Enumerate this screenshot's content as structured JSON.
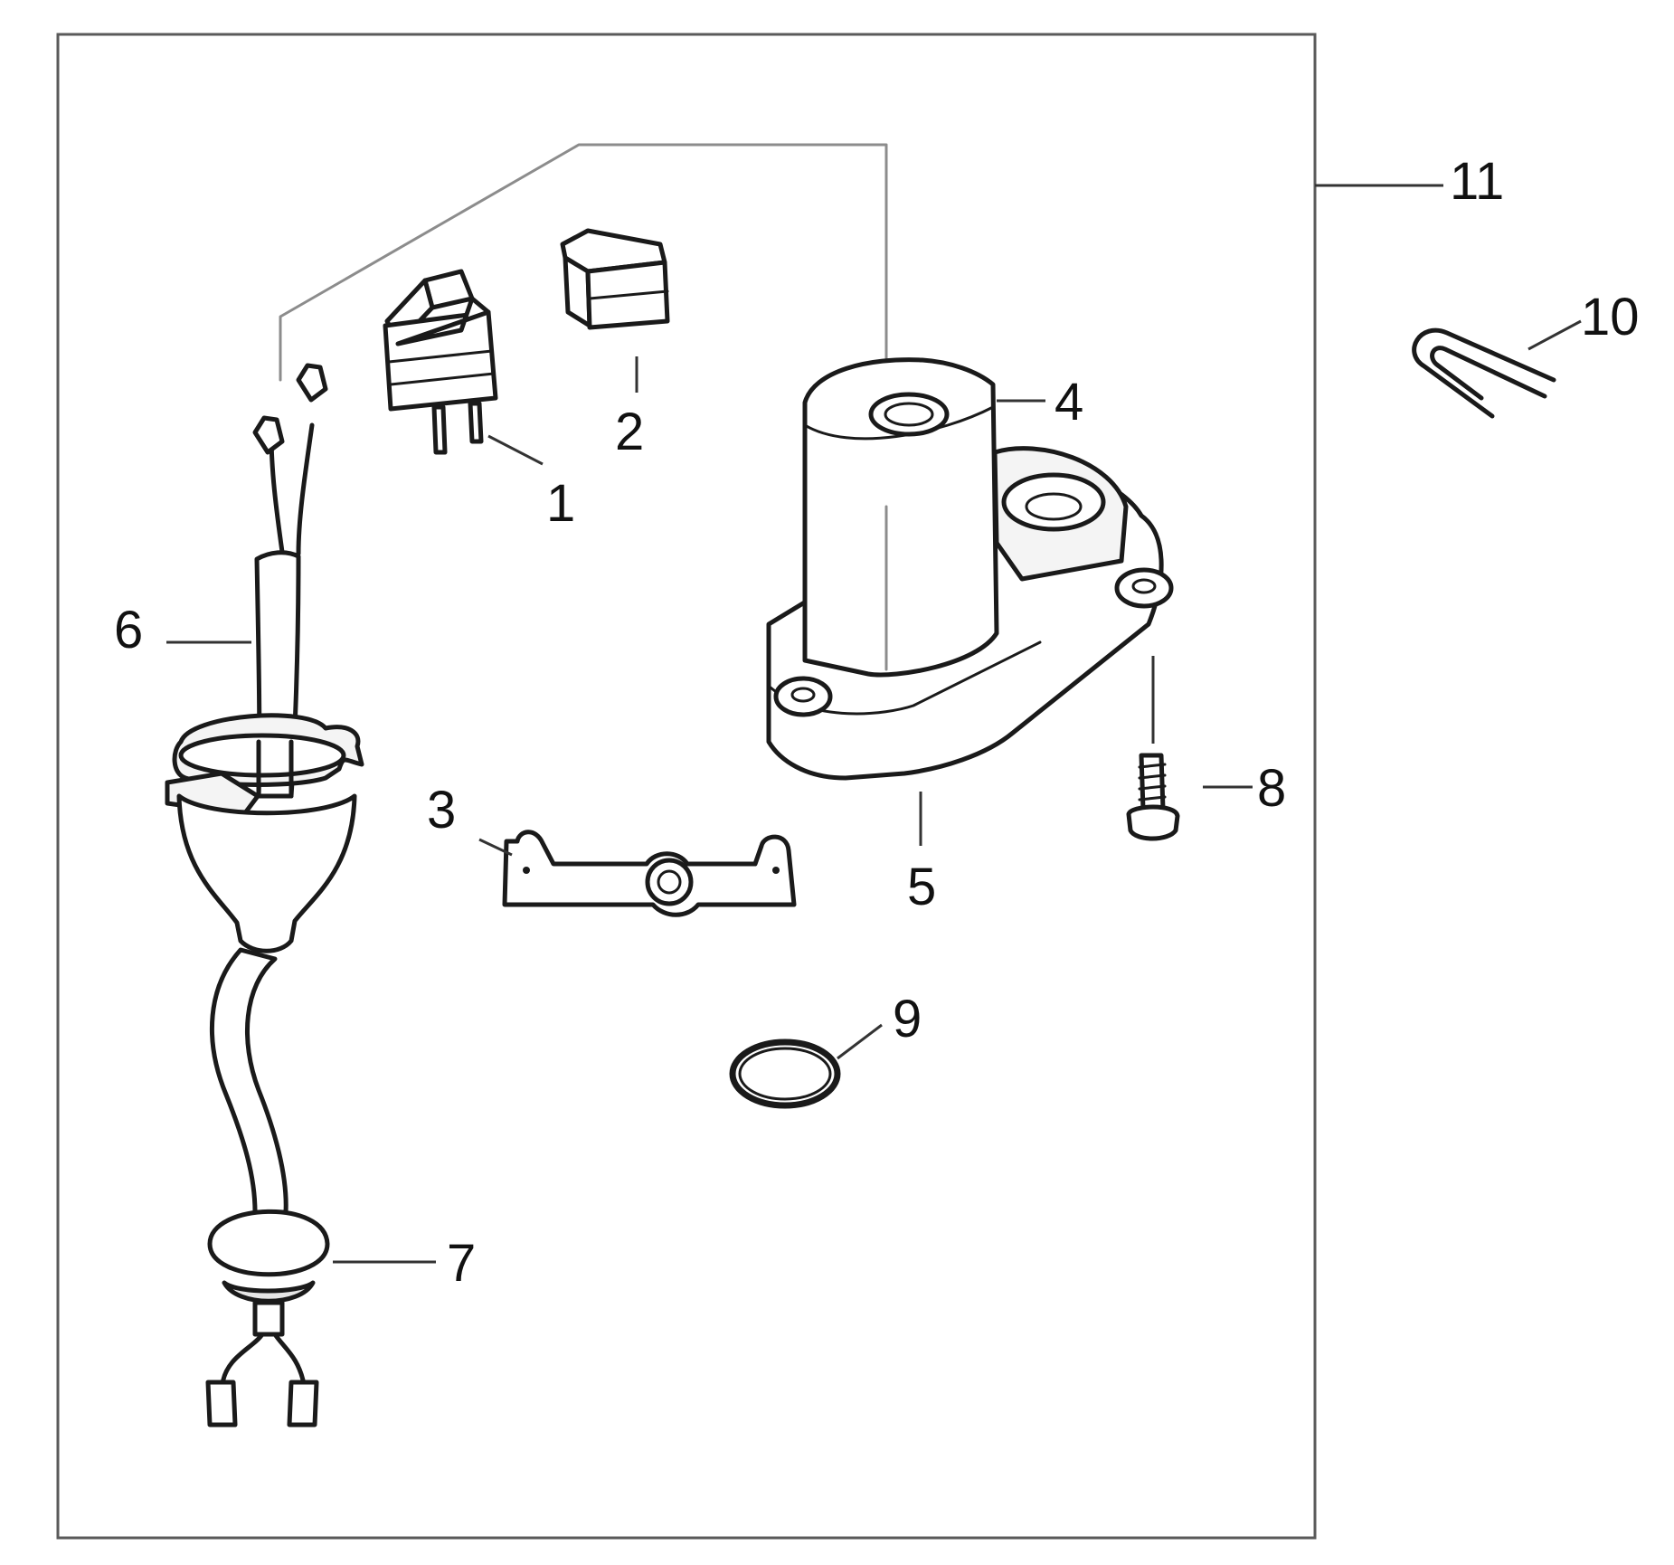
{
  "callouts": {
    "c1": "1",
    "c2": "2",
    "c3": "3",
    "c4": "4",
    "c5": "5",
    "c6": "6",
    "c7": "7",
    "c8": "8",
    "c9": "9",
    "c10": "10",
    "c11": "11"
  },
  "parts": [
    {
      "callout": "1",
      "icon": "push-switch"
    },
    {
      "callout": "2",
      "icon": "switch-cap"
    },
    {
      "callout": "3",
      "icon": "mounting-plate"
    },
    {
      "callout": "4",
      "icon": "housing-upper"
    },
    {
      "callout": "5",
      "icon": "housing-base"
    },
    {
      "callout": "6",
      "icon": "cable-with-grommet"
    },
    {
      "callout": "7",
      "icon": "cable-strain-relief-plug"
    },
    {
      "callout": "8",
      "icon": "screw"
    },
    {
      "callout": "9",
      "icon": "o-ring"
    },
    {
      "callout": "10",
      "icon": "u-clip"
    },
    {
      "callout": "11",
      "icon": "assembly-bracket"
    }
  ],
  "colors": {
    "ink": "#1a1a1a",
    "frame": "#5a5a5a",
    "guide": "#8c8c8c",
    "background": "#ffffff"
  }
}
